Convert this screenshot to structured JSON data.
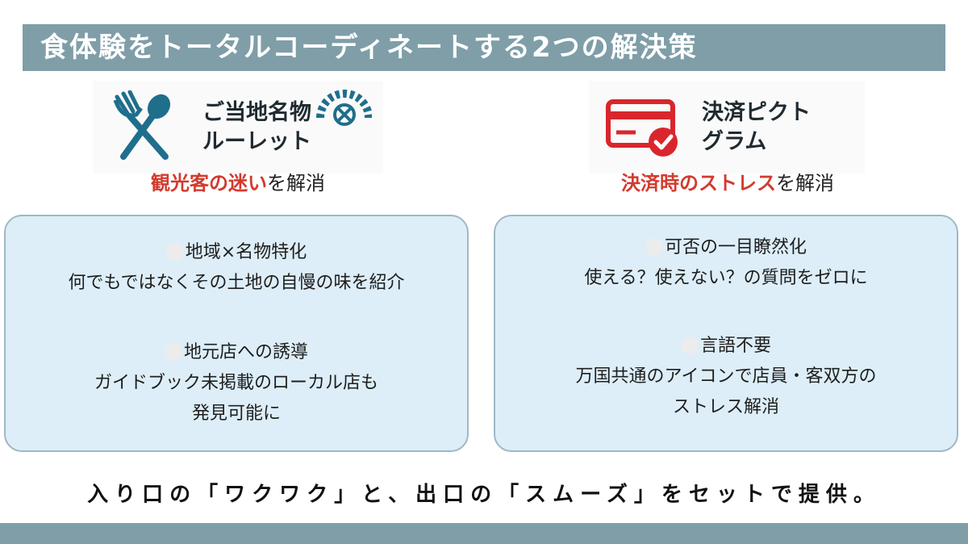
{
  "title": "食体験をトータルコーディネートする2つの解決策",
  "colors": {
    "band": "#7f9ea8",
    "accent": "#d33a2e",
    "card": "#ddeef8",
    "icon_left": "#1f6e8c",
    "icon_right": "#d9262c"
  },
  "left": {
    "icon": "fork-spoon-roulette-icon",
    "head_line1": "ご当地名物",
    "head_line2": "ルーレット",
    "subtitle_highlight": "観光客の迷い",
    "subtitle_rest": "を解消",
    "points": [
      {
        "heading": "地域×名物特化",
        "lines": [
          "何でもではなくその土地の自慢の味を紹介"
        ]
      },
      {
        "heading": "地元店への誘導",
        "lines": [
          "ガイドブック未掲載のローカル店も",
          "発見可能に"
        ]
      }
    ]
  },
  "right": {
    "icon": "credit-card-check-icon",
    "head_line1": "決済ピクト",
    "head_line2": "グラム",
    "subtitle_highlight": "決済時のストレス",
    "subtitle_rest": "を解消",
    "points": [
      {
        "heading": "可否の一目瞭然化",
        "lines": [
          "使える？使えない？の質問をゼロに"
        ]
      },
      {
        "heading": "言語不要",
        "lines": [
          "万国共通のアイコンで店員・客双方の",
          "ストレス解消"
        ]
      }
    ]
  },
  "footer": "入り口の「ワクワク」と、出口の「スムーズ」をセットで提供。"
}
